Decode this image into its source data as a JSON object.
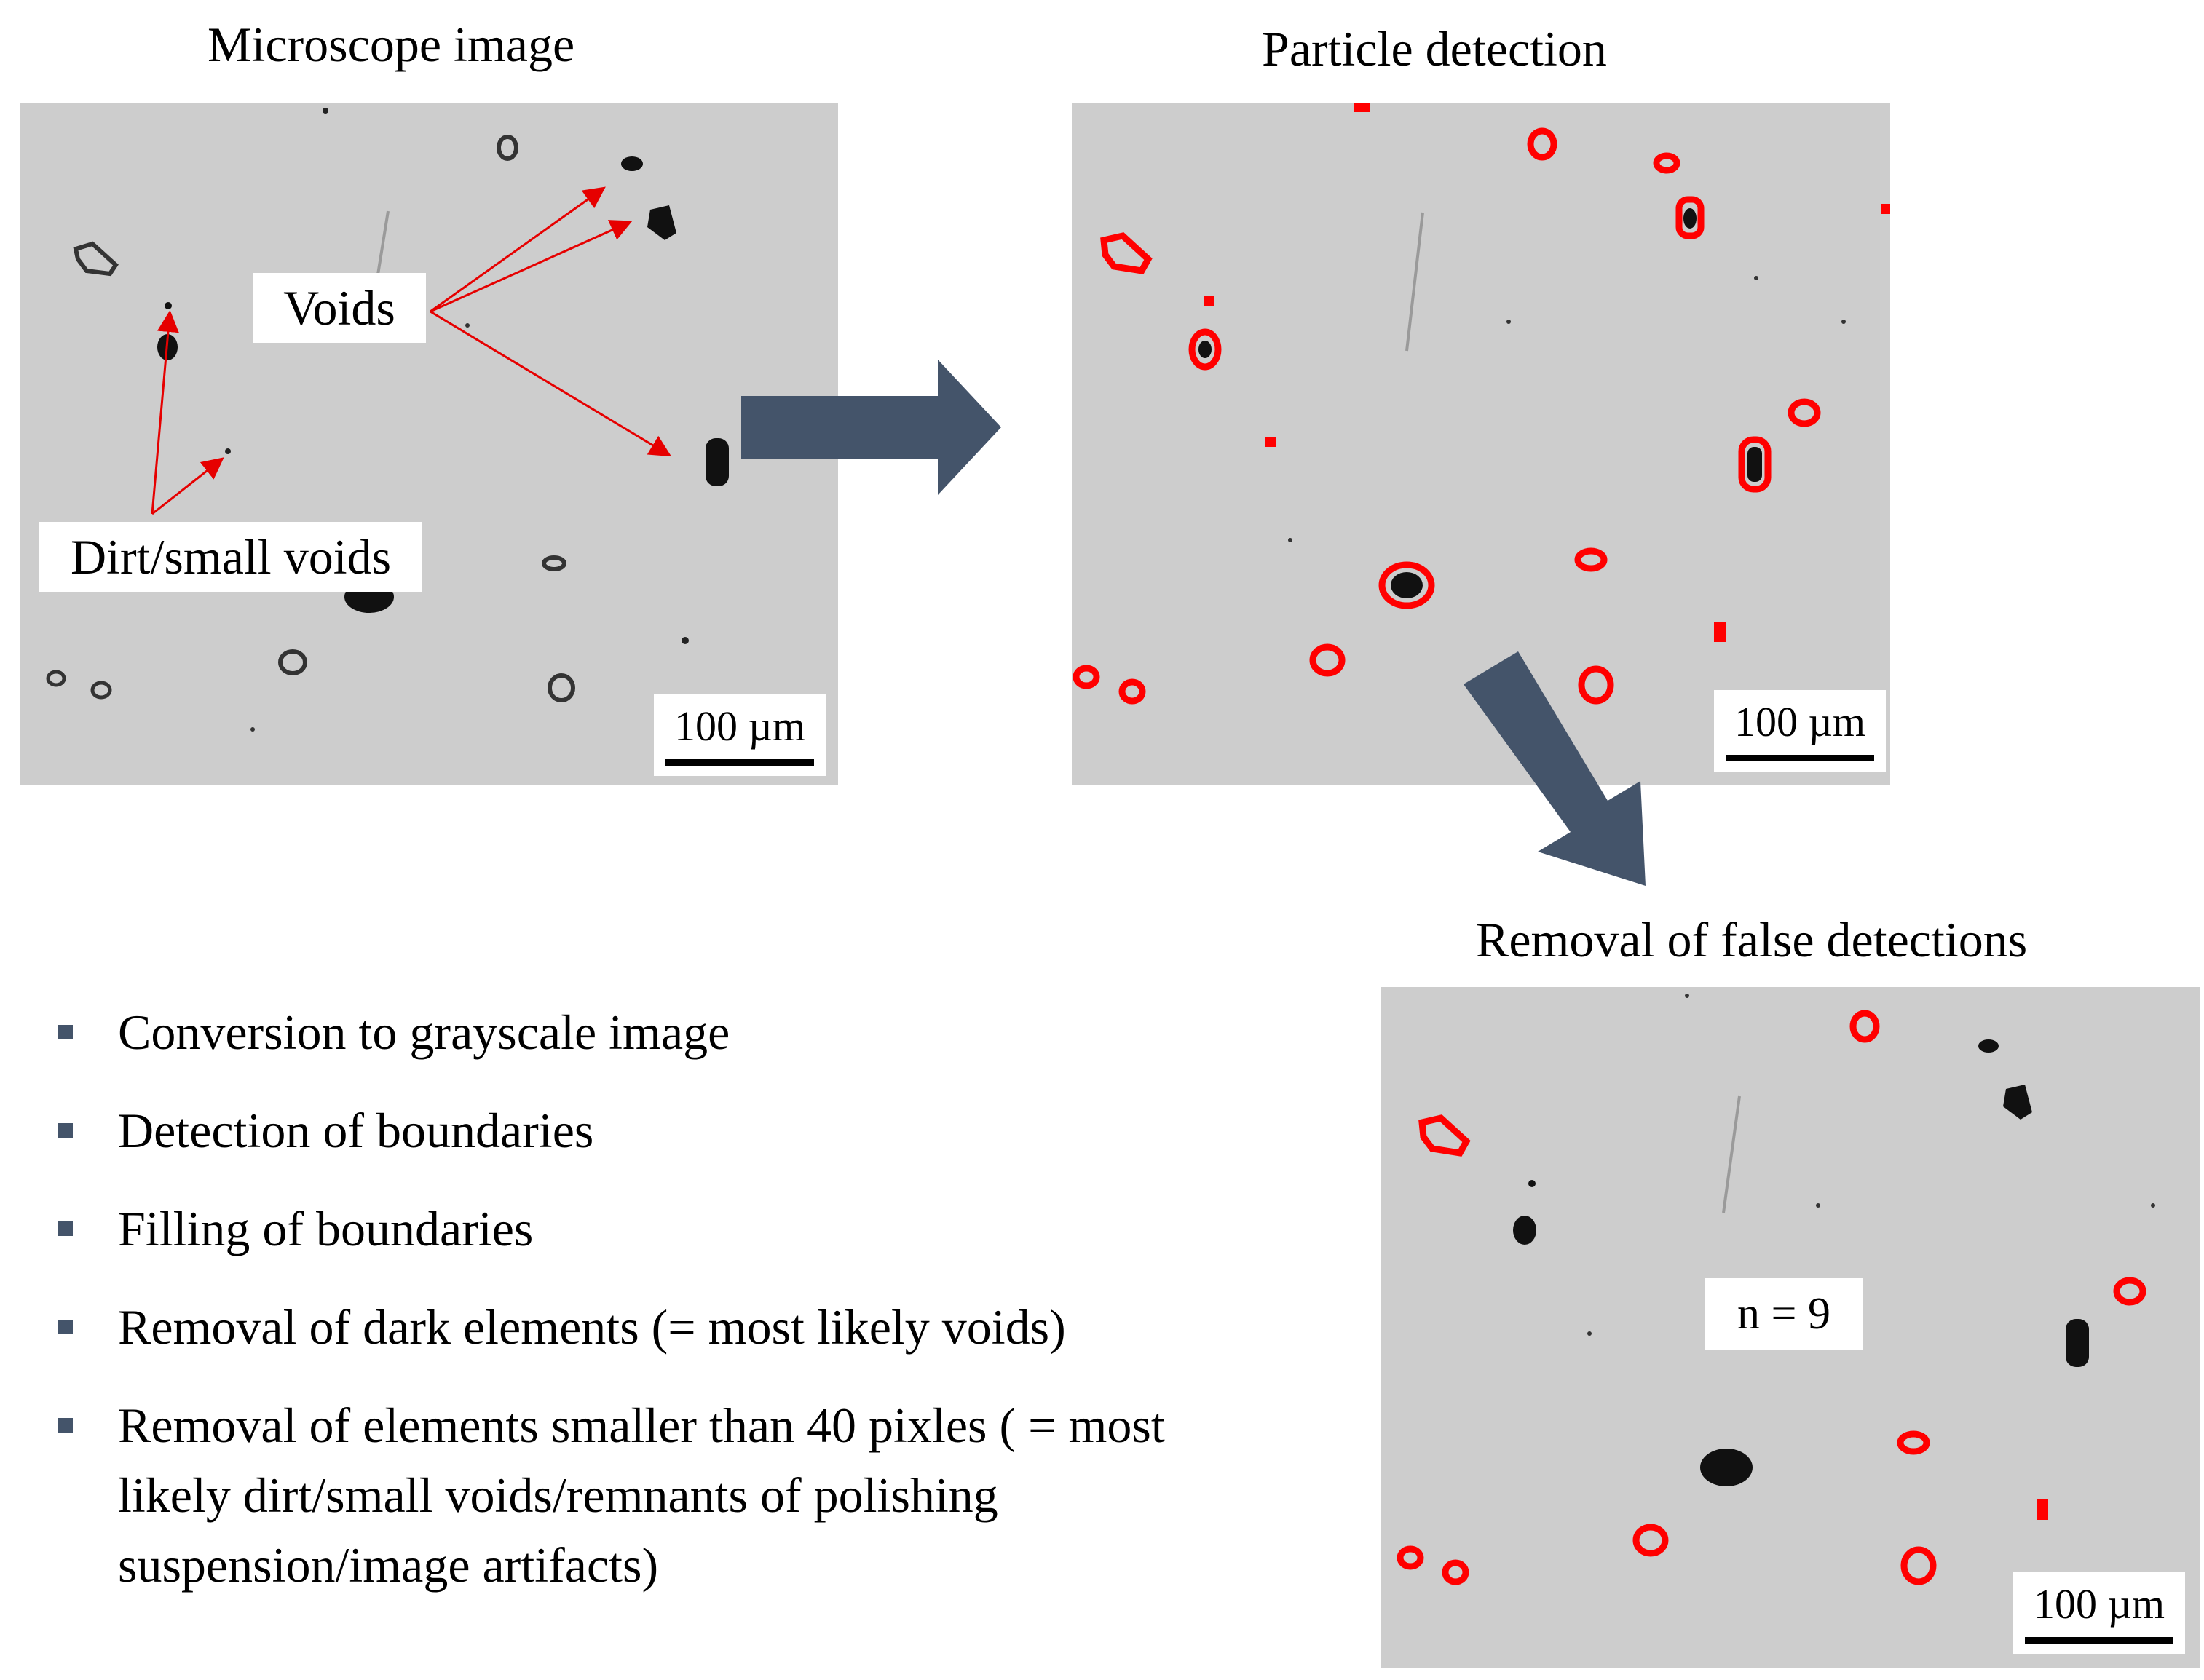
{
  "panels": {
    "microscope": {
      "title": "Microscope image",
      "scale_label": "100 µm"
    },
    "detection": {
      "title": "Particle detection",
      "scale_label": "100 µm"
    },
    "removal": {
      "title": "Removal of false detections",
      "scale_label": "100 µm",
      "count_label": "n = 9"
    }
  },
  "callouts": {
    "voids": "Voids",
    "dirt": "Dirt/small voids"
  },
  "steps": [
    "Conversion to grayscale image",
    "Detection of boundaries",
    "Filling of boundaries",
    "Removal of dark elements (= most likely voids)",
    "Removal of elements smaller than 40 pixles ( = most likely dirt/small voids/remnants of polishing suspension/image artifacts)"
  ],
  "colors": {
    "background_specimen": "#cdcdcd",
    "detection_outline": "#ff0000",
    "arrow": "#44546a",
    "bullet": "#44546a",
    "particle": "#111111"
  }
}
